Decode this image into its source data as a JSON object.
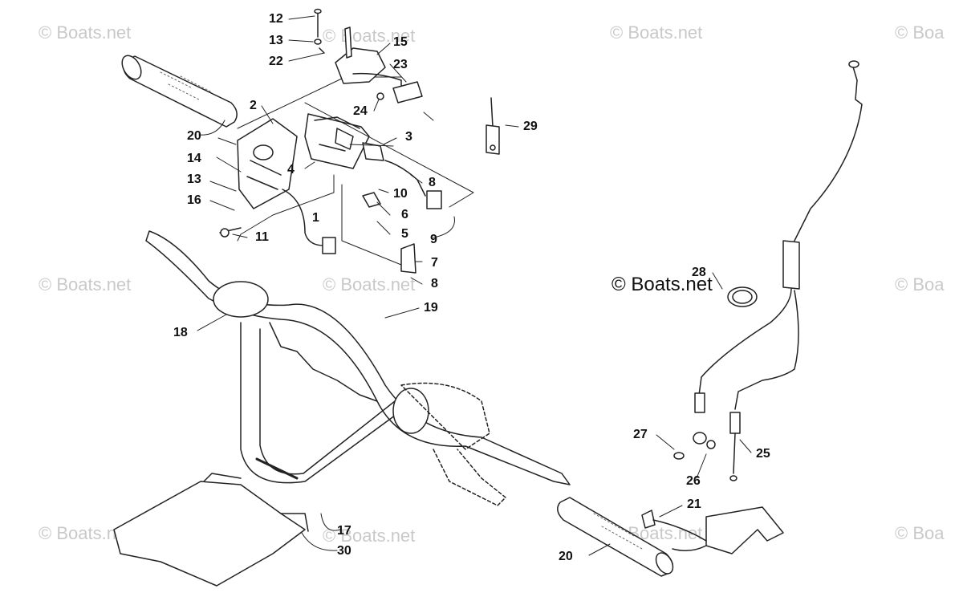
{
  "watermark": {
    "text": "© Boats.net",
    "edge_text": "© Boa"
  },
  "copyright_label": "© Boats.net",
  "callouts": {
    "c1": "1",
    "c2": "2",
    "c3": "3",
    "c4": "4",
    "c5": "5",
    "c6": "6",
    "c7": "7",
    "c8a": "8",
    "c8b": "8",
    "c9": "9",
    "c10": "10",
    "c11": "11",
    "c12": "12",
    "c13a": "13",
    "c13b": "13",
    "c14": "14",
    "c15": "15",
    "c16": "16",
    "c17": "17",
    "c18": "18",
    "c19": "19",
    "c20a": "20",
    "c20b": "20",
    "c21": "21",
    "c22": "22",
    "c23": "23",
    "c24": "24",
    "c25": "25",
    "c26": "26",
    "c27": "27",
    "c28": "28",
    "c29": "29",
    "c30": "30"
  },
  "colors": {
    "line": "#222222",
    "watermark": "#c9c9c9",
    "background": "#ffffff"
  }
}
